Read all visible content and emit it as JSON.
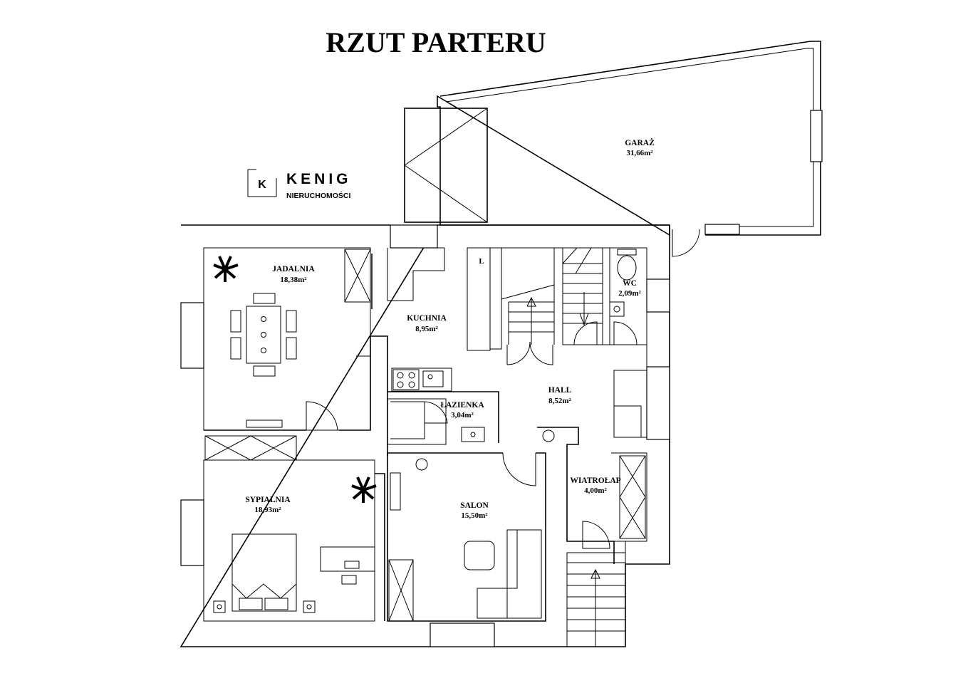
{
  "title": "RZUT PARTERU",
  "logo": {
    "mark_letter": "K",
    "name": "KENIG",
    "subtitle": "NIERUCHOMOŚCI"
  },
  "rooms": [
    {
      "name": "GARAŻ",
      "area": "31,66m²"
    },
    {
      "name": "JADALNIA",
      "area": "18,38m²"
    },
    {
      "name": "KUCHNIA",
      "area": "8,95m²"
    },
    {
      "name": "WC",
      "area": "2,09m²"
    },
    {
      "name": "HALL",
      "area": "8,52m²"
    },
    {
      "name": "ŁAZIENKA",
      "area": "3,04m²"
    },
    {
      "name": "WIATROŁAP",
      "area": "4,00m²"
    },
    {
      "name": "SYPIALNIA",
      "area": "18,93m²"
    },
    {
      "name": "SALON",
      "area": "15,50m²"
    }
  ],
  "markers": {
    "fridge": "L"
  }
}
